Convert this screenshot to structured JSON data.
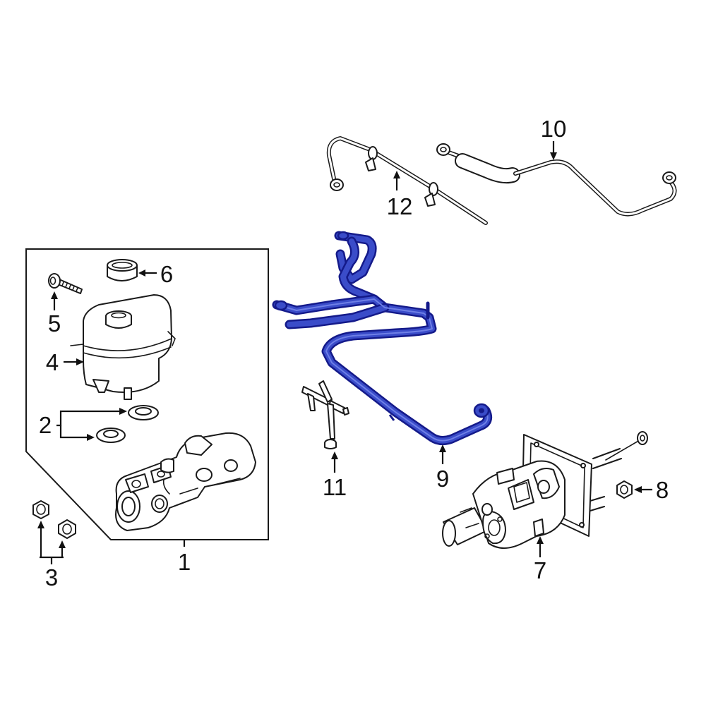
{
  "accent_color": "#2f3fbf",
  "line_color": "#1a1a1a",
  "callouts": {
    "c1": "1",
    "c2": "2",
    "c3": "3",
    "c4": "4",
    "c5": "5",
    "c6": "6",
    "c7": "7",
    "c8": "8",
    "c9": "9",
    "c10": "10",
    "c11": "11",
    "c12": "12"
  },
  "highlighted_part": "9",
  "icons": [
    "reservoir-icon",
    "cap-icon",
    "bolt-icon",
    "grommet-icon",
    "nut-icon",
    "master-cylinder-icon",
    "vacuum-hose-icon",
    "vacuum-tube-icon",
    "check-valve-icon",
    "brake-booster-icon"
  ]
}
